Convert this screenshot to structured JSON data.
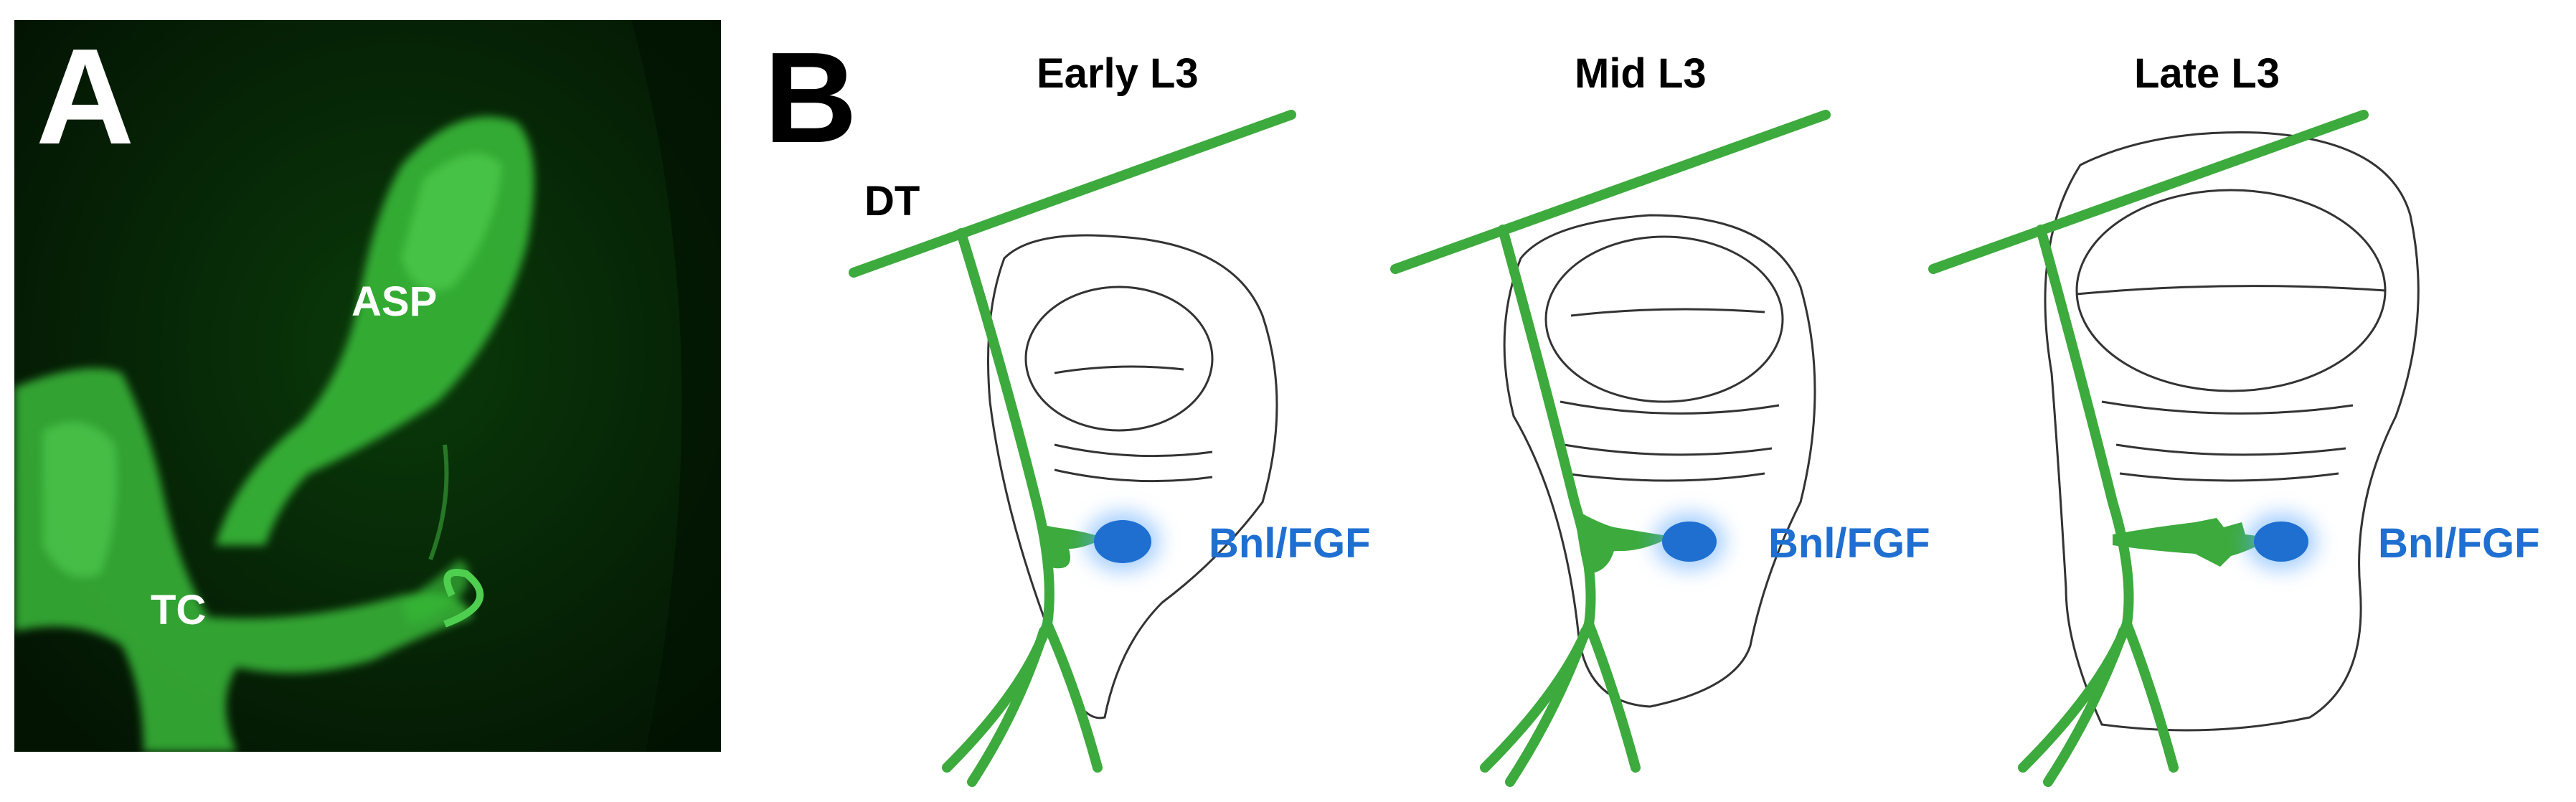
{
  "panel_a": {
    "letter": "A",
    "labels": {
      "asp": "ASP",
      "tc": "TC"
    },
    "colors": {
      "background": "#062406",
      "tissue": "#3fc93f"
    }
  },
  "panel_b": {
    "letter": "B",
    "trachea_label": "DT",
    "stages": [
      {
        "title": "Early L3",
        "signal_label": "Bnl/FGF"
      },
      {
        "title": "Mid L3",
        "signal_label": "Bnl/FGF"
      },
      {
        "title": "Late L3",
        "signal_label": "Bnl/FGF"
      }
    ],
    "colors": {
      "trachea": "#3daa3d",
      "signal": "#1f6fd1",
      "outline": "#333333"
    }
  }
}
